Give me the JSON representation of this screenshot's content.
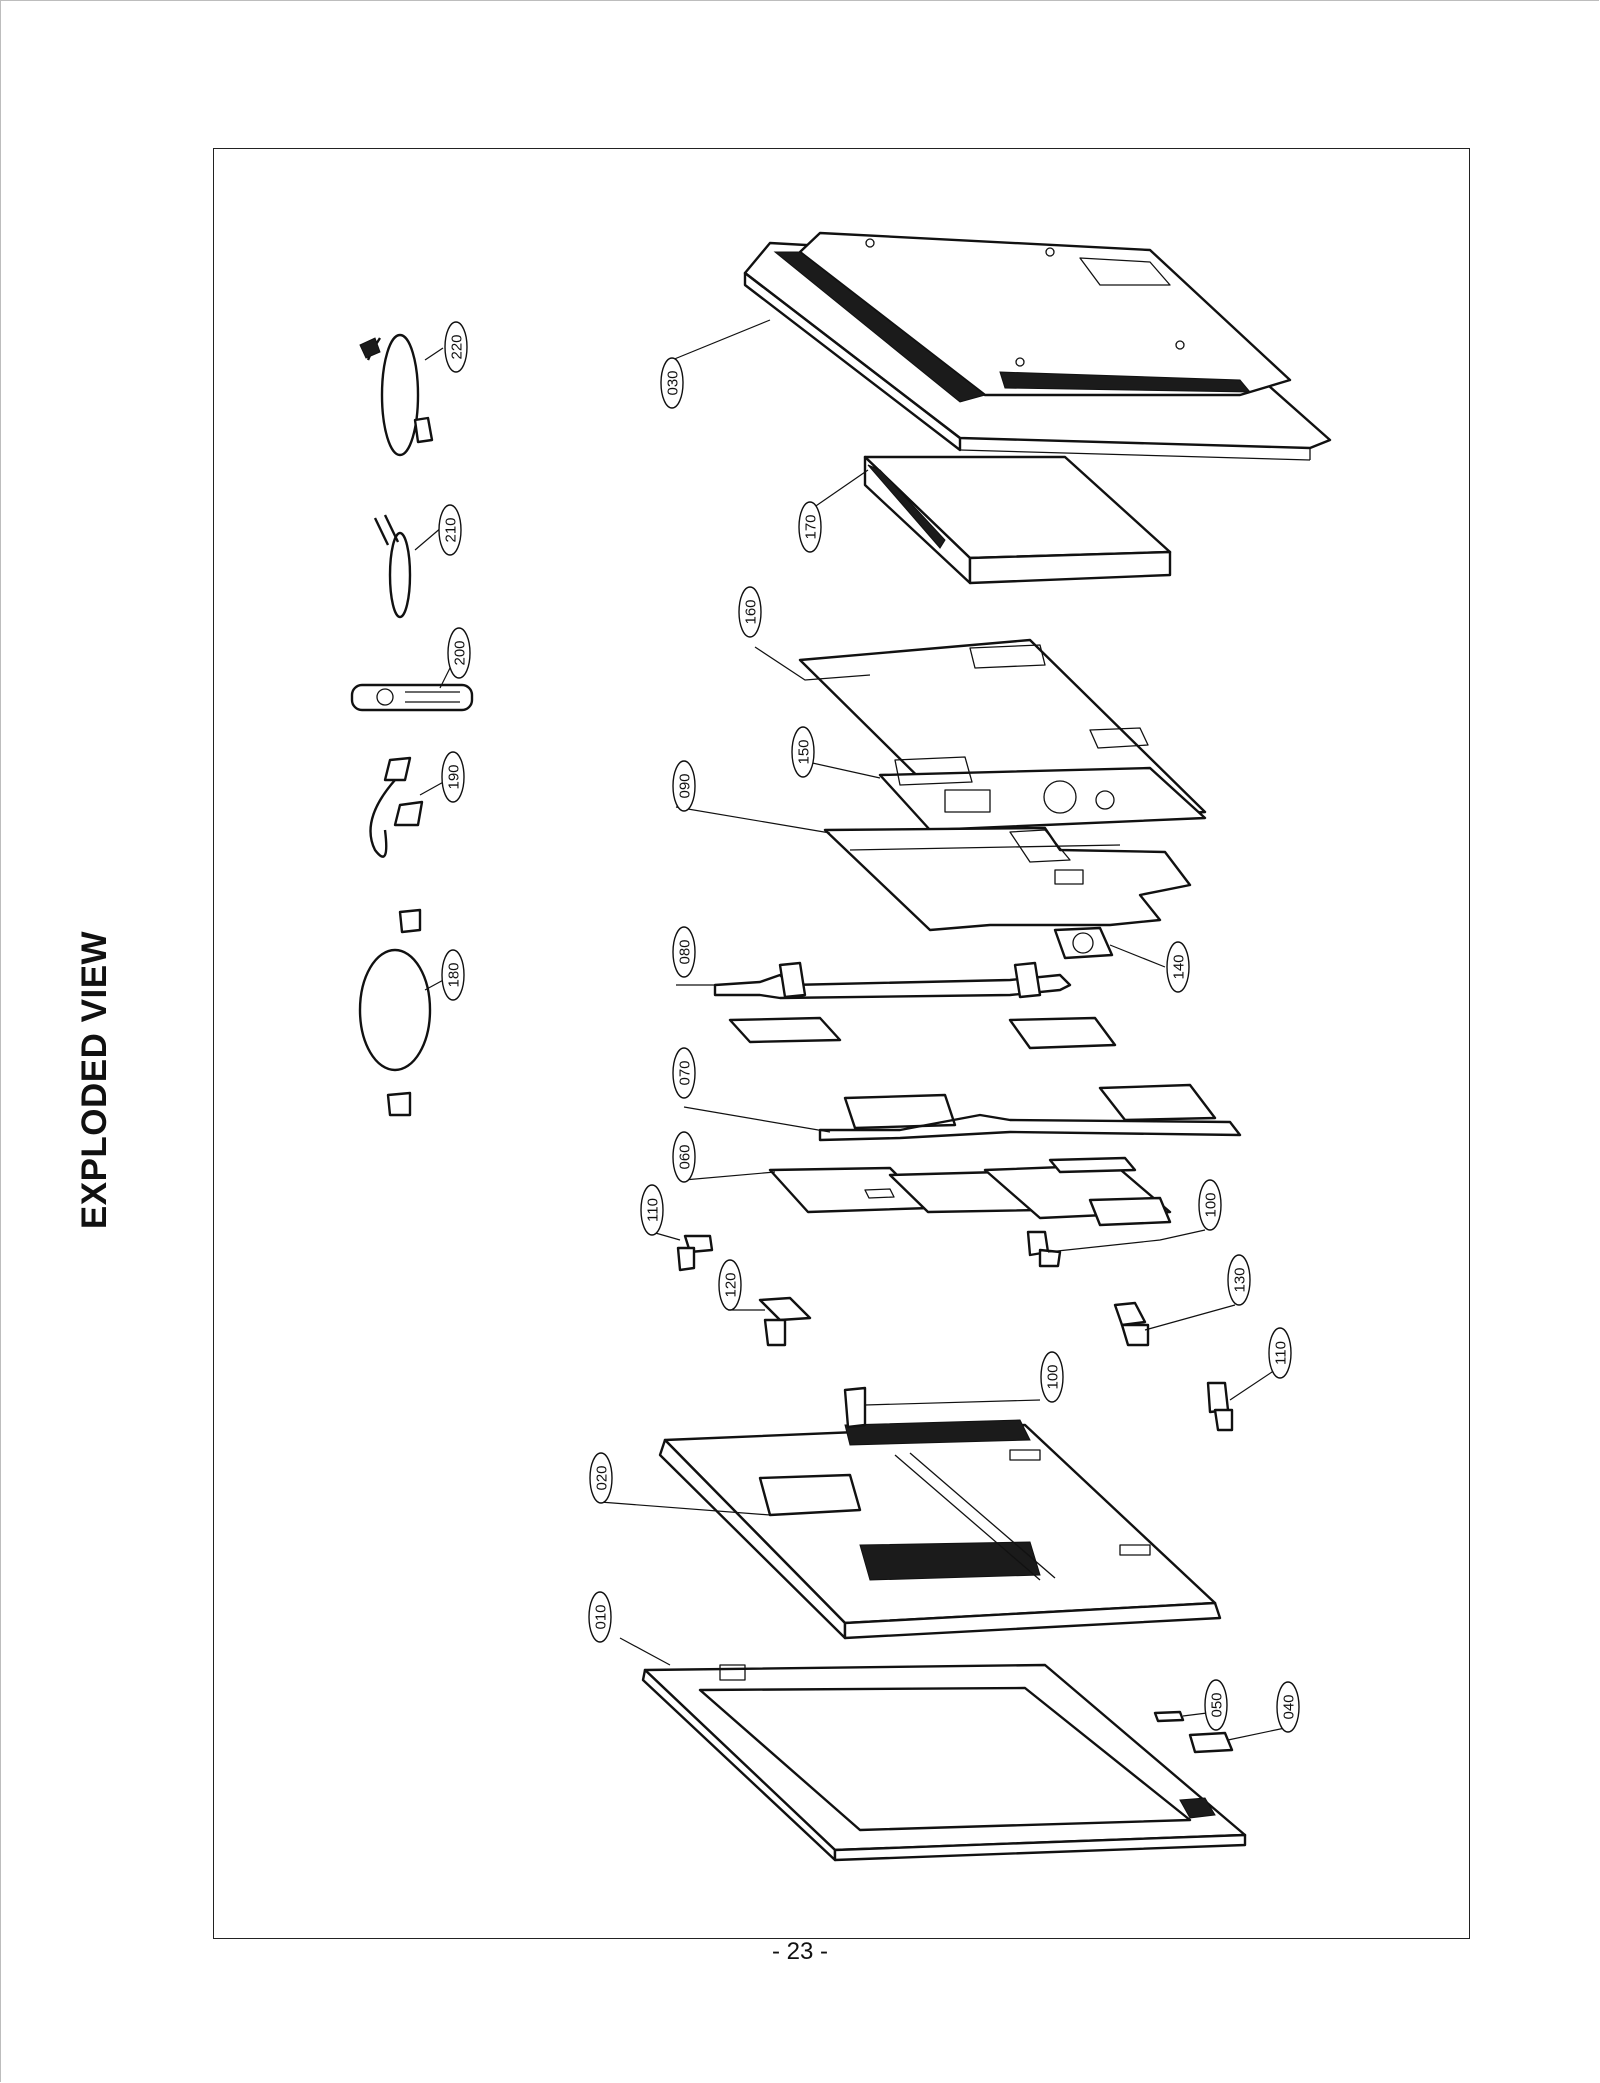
{
  "title": "EXPLODED VIEW",
  "page_number": "- 23 -",
  "callouts": {
    "c010": "010",
    "c020": "020",
    "c030": "030",
    "c040": "040",
    "c050": "050",
    "c060": "060",
    "c070": "070",
    "c080": "080",
    "c090": "090",
    "c100a": "100",
    "c100b": "100",
    "c110a": "110",
    "c110b": "110",
    "c120": "120",
    "c130": "130",
    "c140": "140",
    "c150": "150",
    "c160": "160",
    "c170": "170",
    "c180": "180",
    "c190": "190",
    "c200": "200",
    "c210": "210",
    "c220": "220"
  }
}
